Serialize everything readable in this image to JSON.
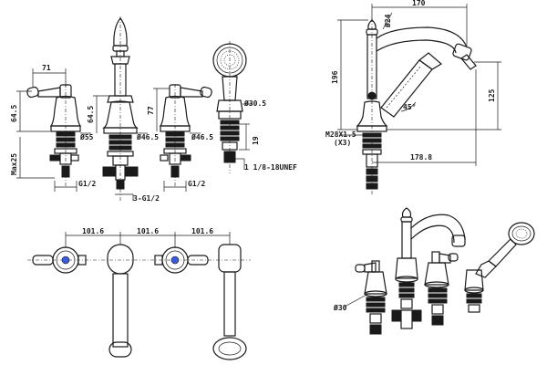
{
  "front_view": {
    "dim_handle_width": "71",
    "dim_handle_height": "64.5",
    "dim_spout_base_height": "64.5",
    "dim_valve_height": "77",
    "dim_max_below": "Max25",
    "dim_base_dia_left": "Ø55",
    "dim_base_dia_center": "Ø46.5",
    "dim_base_dia_right": "Ø46.5",
    "dim_shower_dia": "Ø30.5",
    "dim_shower_height": "19",
    "thread_left": "G1/2",
    "thread_center": "3-G1/2",
    "thread_right": "G1/2",
    "thread_shower": "1 1/8-18UNEF"
  },
  "side_view": {
    "dim_spout_reach": "170",
    "dim_spout_dia": "Ø24",
    "dim_total_height": "196",
    "dim_outlet_height": "125",
    "dim_angle": "45°",
    "dim_thread": "M28X1.5",
    "dim_thread_count": "(X3)",
    "dim_base_reach": "178.8"
  },
  "top_view": {
    "dim_spacing_1": "101.6",
    "dim_spacing_2": "101.6",
    "dim_spacing_3": "101.6"
  },
  "iso_view": {
    "dim_hole": "Ø30"
  }
}
